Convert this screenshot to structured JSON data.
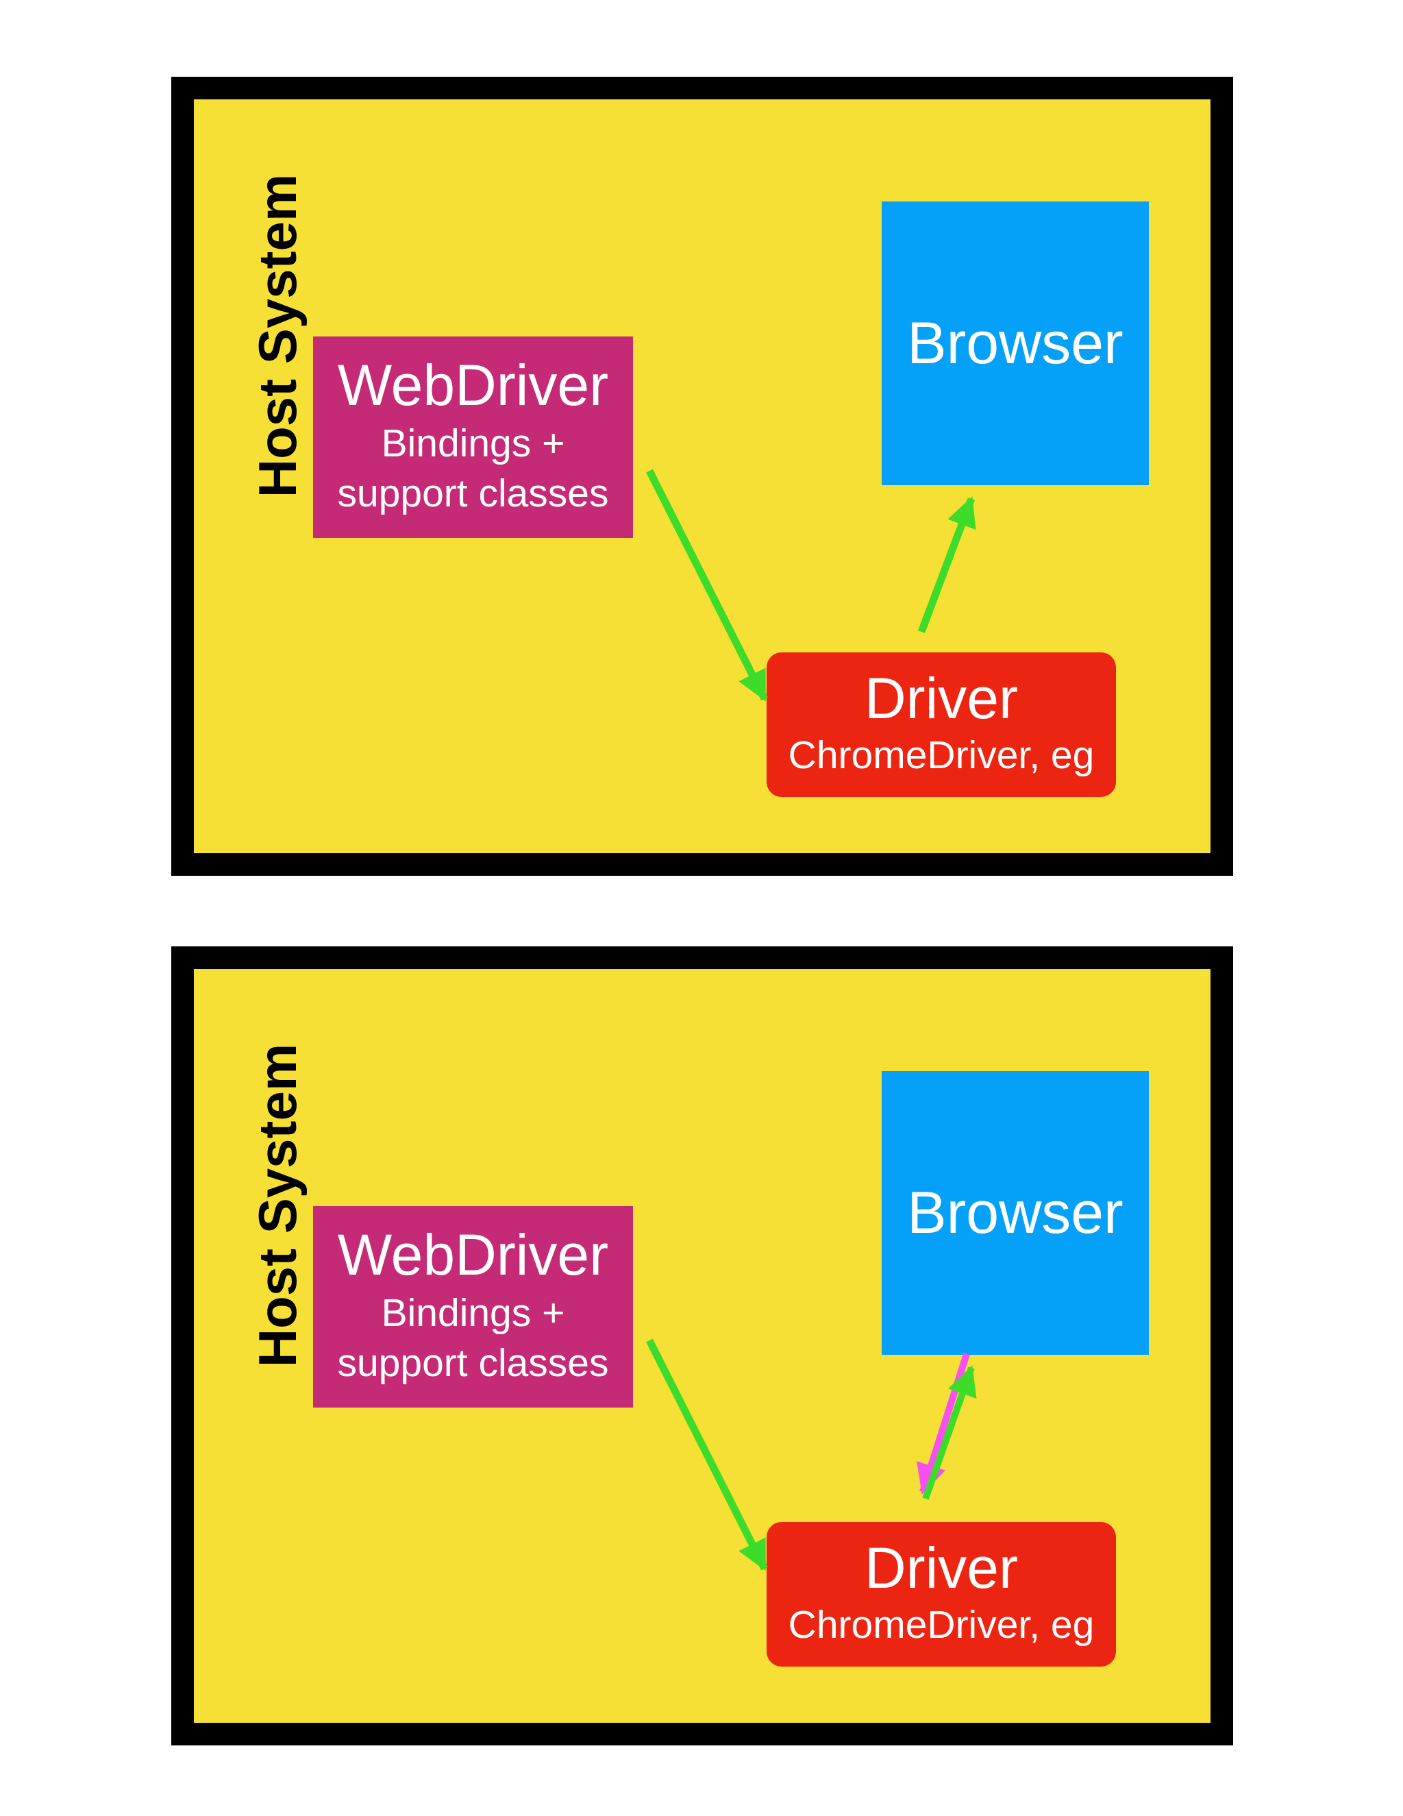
{
  "diagrams": [
    {
      "host_label": "Host System",
      "webdriver": {
        "title": "WebDriver",
        "line1": "Bindings +",
        "line2": "support classes"
      },
      "browser": {
        "label": "Browser"
      },
      "driver": {
        "title": "Driver",
        "subtitle": "ChromeDriver, eg"
      },
      "arrows": [
        {
          "from": "webdriver",
          "to": "driver",
          "color": "#3ddc2b"
        },
        {
          "from": "driver",
          "to": "browser",
          "color": "#3ddc2b"
        }
      ]
    },
    {
      "host_label": "Host System",
      "webdriver": {
        "title": "WebDriver",
        "line1": "Bindings +",
        "line2": "support classes"
      },
      "browser": {
        "label": "Browser"
      },
      "driver": {
        "title": "Driver",
        "subtitle": "ChromeDriver, eg"
      },
      "arrows": [
        {
          "from": "webdriver",
          "to": "driver",
          "color": "#3ddc2b"
        },
        {
          "from": "driver",
          "to": "browser",
          "color": "#3ddc2b"
        },
        {
          "from": "browser",
          "to": "driver",
          "color": "#f74ff0"
        }
      ]
    }
  ],
  "colors": {
    "host_background": "#f7e036",
    "host_border": "#000000",
    "webdriver_box": "#c52a76",
    "browser_box": "#05a0f8",
    "driver_box": "#ec2412",
    "request_arrow": "#3ddc2b",
    "response_arrow": "#f74ff0"
  }
}
